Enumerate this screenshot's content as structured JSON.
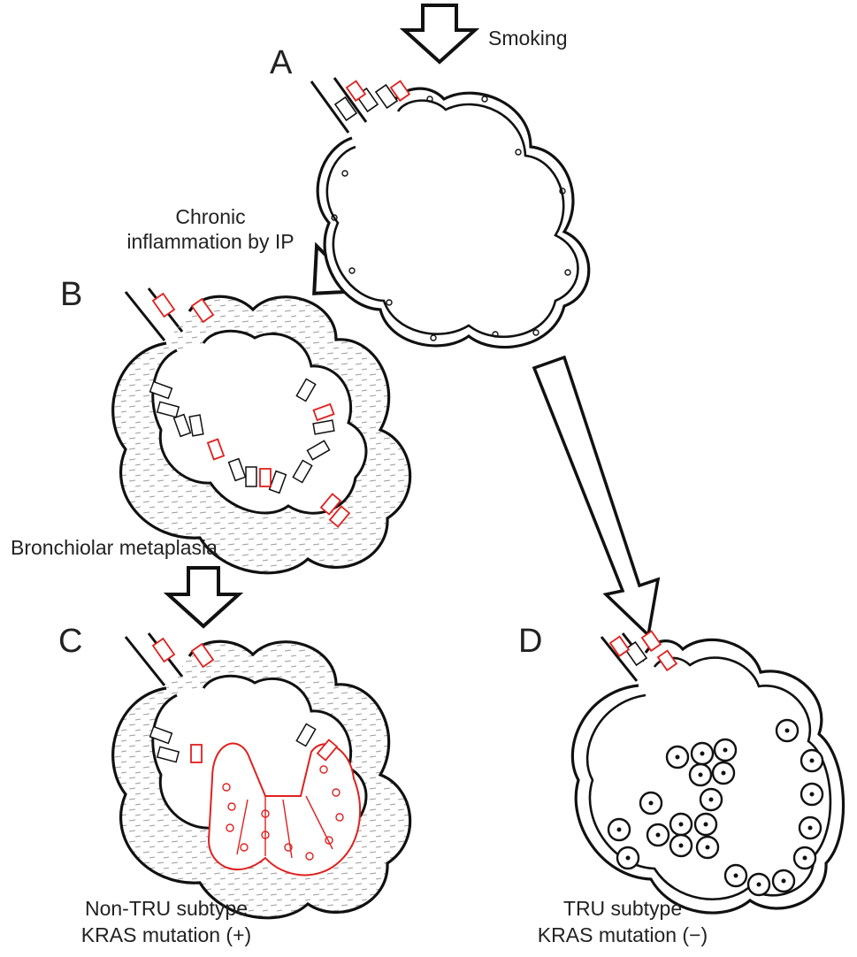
{
  "panels": {
    "a": {
      "letter": "A"
    },
    "b": {
      "letter": "B"
    },
    "c": {
      "letter": "C"
    },
    "d": {
      "letter": "D"
    }
  },
  "transitions": {
    "smoking": "Smoking",
    "inflammation_line1": "Chronic",
    "inflammation_line2": "inflammation by IP",
    "metaplasia": "Bronchiolar metaplasia"
  },
  "captions": {
    "c_line1": "Non-TRU subtype",
    "c_line2": "KRAS mutation (+)",
    "d_line1": "TRU subtype",
    "d_line2": "KRAS mutation (−)"
  },
  "colors": {
    "outline": "#111111",
    "highlight": "#e0201e",
    "stroma": "#999999",
    "stroma_fill": "#ededed",
    "background": "#ffffff"
  }
}
